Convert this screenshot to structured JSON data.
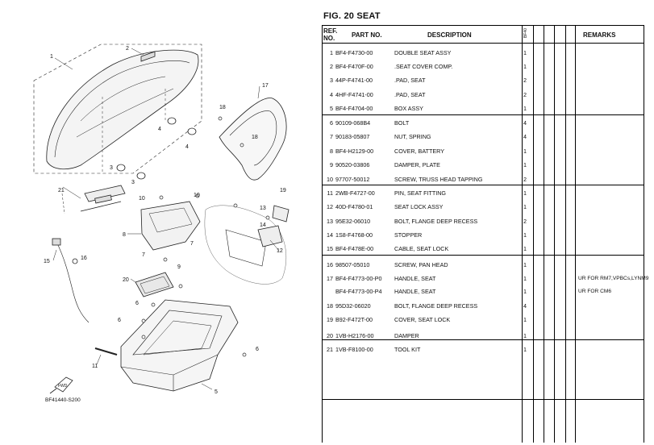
{
  "figure": {
    "title": "FIG. 20  SEAT"
  },
  "diagram": {
    "code": "BF41440-S200",
    "fwd_label": "FWD",
    "callouts": [
      "1",
      "2",
      "4",
      "4",
      "3",
      "3",
      "21",
      "17",
      "18",
      "18",
      "10",
      "10",
      "8",
      "7",
      "9",
      "7",
      "19",
      "13",
      "14",
      "12",
      "15",
      "16",
      "20",
      "6",
      "6",
      "6",
      "11",
      "5"
    ]
  },
  "table": {
    "headers": {
      "ref": "REF.\nNO.",
      "part": "PART NO.",
      "desc": "DESCRIPTION",
      "qty": "BF40",
      "remarks": "REMARKS"
    },
    "rows": [
      {
        "ref": "1",
        "part": "BF4-F4730-00",
        "desc": "DOUBLE SEAT ASSY",
        "qty": "1",
        "remarks": ""
      },
      {
        "ref": "2",
        "part": "BF4-F470F-00",
        "desc": ".SEAT COVER COMP.",
        "qty": "1",
        "remarks": ""
      },
      {
        "ref": "3",
        "part": "44P-F4741-00",
        "desc": ".PAD, SEAT",
        "qty": "2",
        "remarks": ""
      },
      {
        "ref": "4",
        "part": "4HF-F4741-00",
        "desc": ".PAD, SEAT",
        "qty": "2",
        "remarks": ""
      },
      {
        "ref": "5",
        "part": "BF4-F4704-00",
        "desc": "BOX ASSY",
        "qty": "1",
        "remarks": ""
      },
      {
        "ref": "6",
        "part": "90109-068B4",
        "desc": "BOLT",
        "qty": "4",
        "remarks": ""
      },
      {
        "ref": "7",
        "part": "90183-05807",
        "desc": "NUT, SPRING",
        "qty": "4",
        "remarks": ""
      },
      {
        "ref": "8",
        "part": "BF4-H2129-00",
        "desc": "COVER, BATTERY",
        "qty": "1",
        "remarks": ""
      },
      {
        "ref": "9",
        "part": "90520-03806",
        "desc": "DAMPER, PLATE",
        "qty": "1",
        "remarks": ""
      },
      {
        "ref": "10",
        "part": "97707-50012",
        "desc": "SCREW, TRUSS HEAD TAPPING",
        "qty": "2",
        "remarks": ""
      },
      {
        "ref": "11",
        "part": "2WB-F4727-00",
        "desc": "PIN, SEAT FITTING",
        "qty": "1",
        "remarks": ""
      },
      {
        "ref": "12",
        "part": "40D-F4780-01",
        "desc": "SEAT LOCK ASSY",
        "qty": "1",
        "remarks": ""
      },
      {
        "ref": "13",
        "part": "95E32-06010",
        "desc": "BOLT, FLANGE DEEP RECESS",
        "qty": "2",
        "remarks": ""
      },
      {
        "ref": "14",
        "part": "1S8-F4768-00",
        "desc": "STOPPER",
        "qty": "1",
        "remarks": ""
      },
      {
        "ref": "15",
        "part": "BF4-F478E-00",
        "desc": "CABLE, SEAT LOCK",
        "qty": "1",
        "remarks": ""
      },
      {
        "ref": "16",
        "part": "98507-05010",
        "desc": "SCREW, PAN HEAD",
        "qty": "1",
        "remarks": ""
      },
      {
        "ref": "17",
        "part": "BF4-F4773-00-P0",
        "desc": "HANDLE, SEAT",
        "qty": "1",
        "remarks": "UR FOR RM7,VPBCs,LYNM9"
      },
      {
        "ref": "",
        "part": "BF4-F4773-00-P4",
        "desc": "HANDLE, SEAT",
        "qty": "1",
        "remarks": "UR FOR CM6"
      },
      {
        "ref": "18",
        "part": "95D32-06020",
        "desc": "BOLT, FLANGE DEEP RECESS",
        "qty": "4",
        "remarks": ""
      },
      {
        "ref": "19",
        "part": "B92-F472T-00",
        "desc": "COVER, SEAT LOCK",
        "qty": "1",
        "remarks": ""
      },
      {
        "ref": "20",
        "part": "1VB-H2176-00",
        "desc": "DAMPER",
        "qty": "1",
        "remarks": ""
      },
      {
        "ref": "21",
        "part": "1VB-F8100-00",
        "desc": "TOOL KIT",
        "qty": "1",
        "remarks": ""
      }
    ]
  }
}
